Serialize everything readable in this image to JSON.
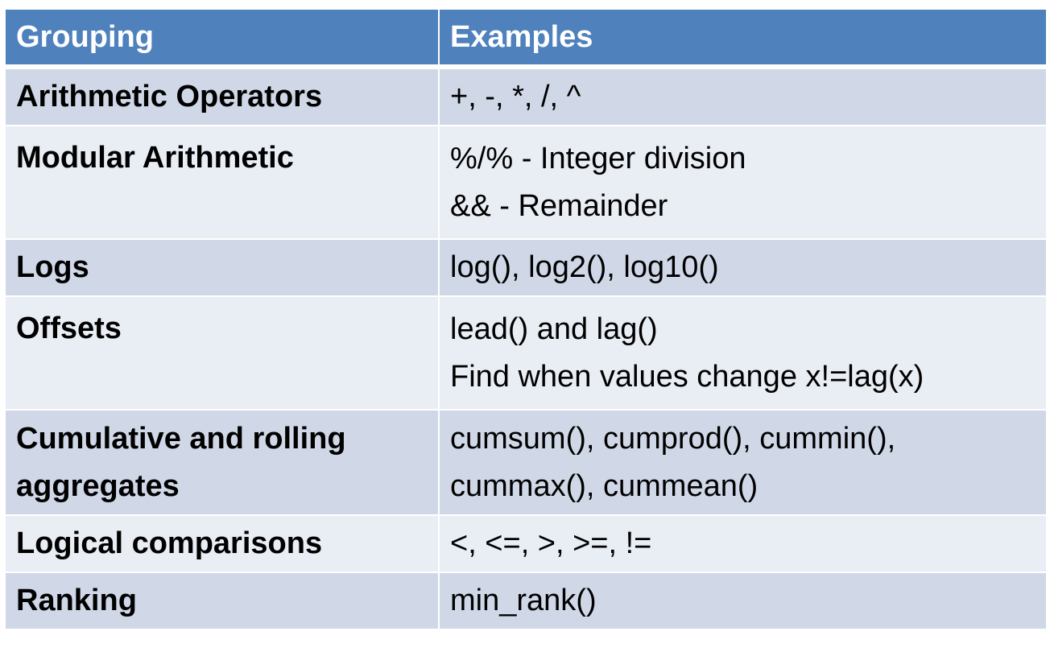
{
  "table": {
    "headers": [
      "Grouping",
      "Examples"
    ],
    "rows": [
      {
        "grouping": [
          "Arithmetic Operators"
        ],
        "examples": [
          "+, -, *, /, ^"
        ]
      },
      {
        "grouping": [
          "Modular Arithmetic"
        ],
        "examples": [
          "%/% - Integer division",
          "&& - Remainder"
        ]
      },
      {
        "grouping": [
          "Logs"
        ],
        "examples": [
          "log(), log2(), log10()"
        ]
      },
      {
        "grouping": [
          "Offsets"
        ],
        "examples": [
          "lead() and lag()",
          "Find when values change x!=lag(x)"
        ]
      },
      {
        "grouping": [
          "Cumulative and rolling",
          "aggregates"
        ],
        "examples": [
          "cumsum(), cumprod(), cummin(),",
          "cummax(), cummean()"
        ]
      },
      {
        "grouping": [
          "Logical comparisons"
        ],
        "examples": [
          "<, <=, >, >=, !="
        ]
      },
      {
        "grouping": [
          "Ranking"
        ],
        "examples": [
          "min_rank()"
        ]
      }
    ]
  },
  "colors": {
    "header_bg": "#4f81bd",
    "row_odd_bg": "#d0d8e8",
    "row_even_bg": "#e9edf4"
  }
}
